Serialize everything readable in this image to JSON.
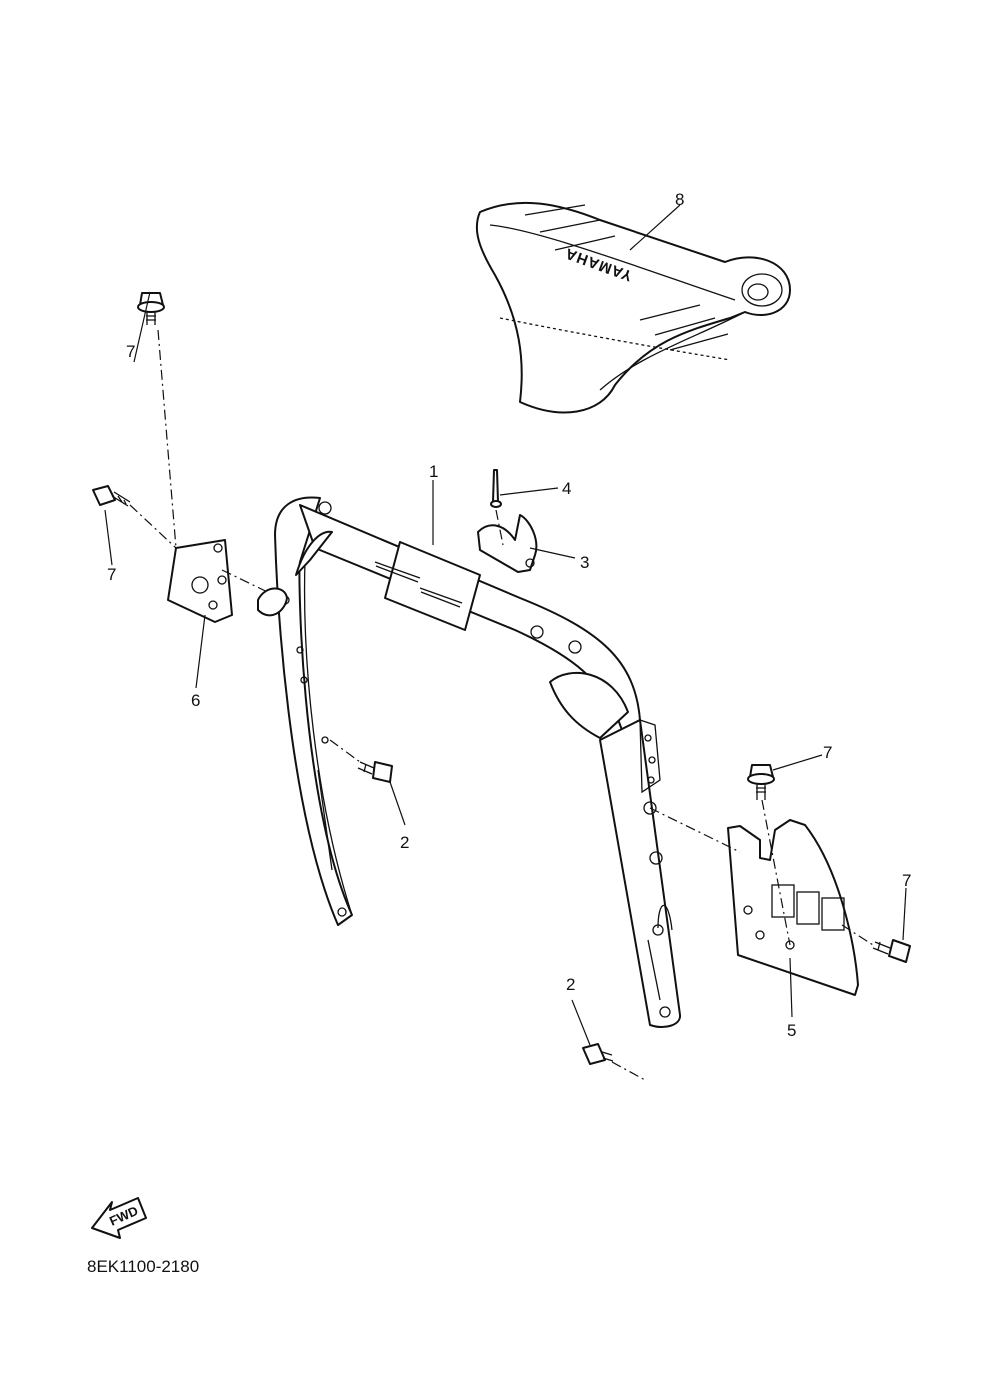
{
  "diagram": {
    "callouts": {
      "c1": "1",
      "c2a": "2",
      "c2b": "2",
      "c3": "3",
      "c4": "4",
      "c5": "5",
      "c6": "6",
      "c7a": "7",
      "c7b": "7",
      "c7c": "7",
      "c7d": "7",
      "c8": "8"
    },
    "seat_brand": "YAMAHA",
    "direction_label": "FWD",
    "drawing_code": "8EK1100-2180"
  }
}
